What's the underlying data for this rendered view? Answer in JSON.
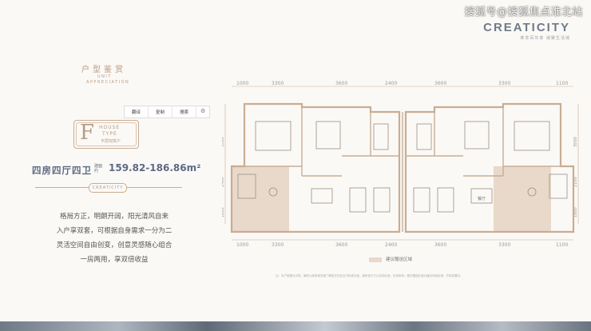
{
  "header": {
    "watermark": "搜狐号@搜狐焦点淮北站",
    "brand": "CREATICITY",
    "brand_sub": "荣享百年家  城聚生活城"
  },
  "section": {
    "title_cn": "户型鉴赏",
    "title_en_1": "UNIT",
    "title_en_2": "APPRECIATION"
  },
  "toolbar": {
    "items": [
      "翻译",
      "复制",
      "搜索"
    ],
    "settings_icon": "gear-icon"
  },
  "unit": {
    "letter": "F",
    "house": "HOUSE",
    "type": "TYPE",
    "type_name": "平层双拼户",
    "rooms": "四房四厅四卫",
    "area_label": "建面约",
    "area_value": "159.82-186.86m²",
    "badge": "CREATICITY"
  },
  "description": [
    "格局方正，明朗开阔，阳光清风自来",
    "入户享双套，可根据自身需求一分为二",
    "灵活空间自由创变，创意灵感随心组合",
    "一房两用，享双倍收益"
  ],
  "plan": {
    "top_dims": [
      "1000",
      "3300",
      "3600",
      "2400",
      "3600",
      "3300",
      "1100"
    ],
    "bottom_dims": [
      "1000",
      "3300",
      "3600",
      "2400",
      "3600",
      "3300",
      "1100"
    ],
    "left_dims": [
      "3500",
      "2400",
      "1800"
    ],
    "right_dims": [
      "3500",
      "2100",
      "1800"
    ],
    "room_label": "餐厅",
    "legend": "建议赠送区域",
    "colors": {
      "line": "#c9ad93",
      "highlight": "#e8d9ca",
      "furniture": "#9b8f86"
    }
  },
  "footnote": "注：本户型图为示意，最终以政府相关部门审批文件及交付标准为准，面积及尺寸以实测为准，仅供参考。图中赠送区域为建议改造区域，不构成要约。"
}
